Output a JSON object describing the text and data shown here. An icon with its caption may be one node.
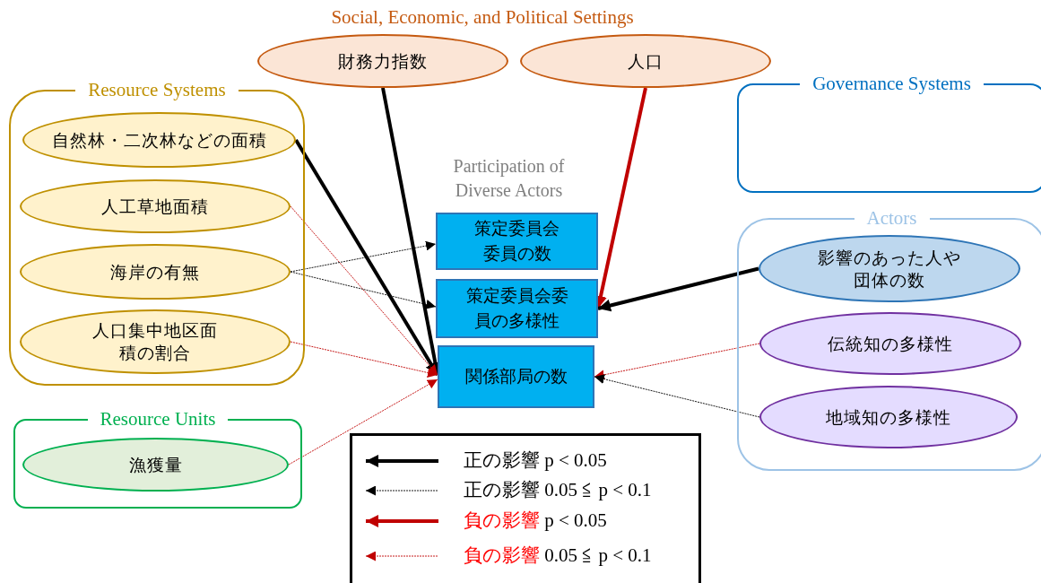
{
  "diagram": {
    "title": "Social, Economic, and Political Settings",
    "nodes": [
      {
        "text": [
          "Resource Systems"
        ]
      },
      {
        "text": [
          "自然林・二次林などの面積"
        ],
        "in": 0
      },
      {
        "text": [
          "人工草地面積"
        ],
        "in": 0
      },
      {
        "text": [
          "海岸の有無"
        ],
        "in": 0
      },
      {
        "text": [
          "人口集中地区面積の割合"
        ],
        "in": 0
      },
      {
        "text": [
          "Resource Units"
        ]
      },
      {
        "text": [
          "漁獲量"
        ],
        "in": 5
      },
      {
        "text": [
          "財務力指数"
        ]
      },
      {
        "text": [
          "人口"
        ]
      },
      {
        "text": [
          "Governance Systems"
        ]
      },
      {
        "text": [
          "策定委員会委員の数"
        ]
      },
      {
        "text": [
          "策定委員会委員の多様性"
        ]
      },
      {
        "text": [
          "関係部局の数"
        ]
      },
      {
        "text": [
          "Actors"
        ]
      },
      {
        "text": [
          "影響のあった人や団体の数"
        ],
        "in": 13
      },
      {
        "text": [
          "伝統知の多様性"
        ],
        "in": 13
      },
      {
        "text": [
          "地域知の多様性"
        ],
        "in": 13
      }
    ],
    "edges": [
      {
        "from": 1,
        "to": 12,
        "arrow": "to",
        "style": "thick"
      },
      {
        "from": 7,
        "to": 12,
        "arrow": "to",
        "style": "thick"
      },
      {
        "from": 8,
        "to": 11,
        "arrow": "to",
        "style": "thick",
        "color": "#c00000"
      },
      {
        "from": 14,
        "to": 11,
        "arrow": "to",
        "style": "thick"
      },
      {
        "from": 2,
        "to": 12,
        "arrow": "to",
        "style": "dashed",
        "color": "#c00000"
      },
      {
        "from": 3,
        "to": 10,
        "arrow": "to",
        "style": "dashed"
      },
      {
        "from": 3,
        "to": 11,
        "arrow": "to",
        "style": "dashed"
      },
      {
        "from": 4,
        "to": 12,
        "arrow": "to",
        "style": "dashed",
        "color": "#c00000"
      },
      {
        "from": 6,
        "to": 12,
        "arrow": "to",
        "style": "dashed",
        "color": "#c00000"
      },
      {
        "from": 15,
        "to": 12,
        "arrow": "to",
        "style": "dashed",
        "color": "#c00000"
      },
      {
        "from": 16,
        "to": 12,
        "arrow": "to",
        "style": "dashed"
      }
    ],
    "labels": [
      "Participation of Diverse Actors"
    ],
    "legend": [
      {
        "text": "正の影響 p < 0.05"
      },
      {
        "text": "正の影響 0.05 ≦ p < 0.1"
      },
      {
        "text": "負の影響 p < 0.05"
      },
      {
        "text": "負の影響 0.05 ≦ p < 0.1"
      }
    ]
  }
}
